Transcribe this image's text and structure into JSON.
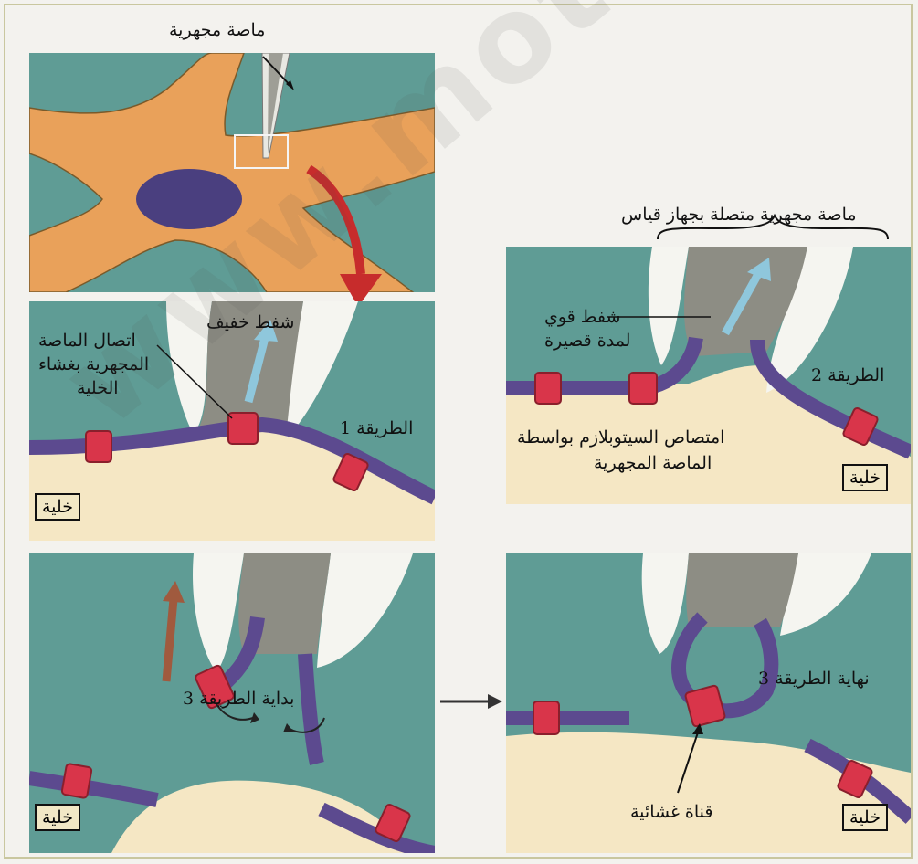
{
  "title": "ماصة مجهرية",
  "labels": {
    "method1": "الطريقة 1",
    "weak_suction": "شفط خفيف",
    "contact": [
      "اتصال الماصة",
      "المجهرية بغشاء",
      "الخلية"
    ],
    "pipette_connected": "ماصة مجهرية متصلة بجهاز قياس",
    "strong_suction": [
      "شفط قوي",
      "لمدة قصيرة"
    ],
    "method2": "الطريقة 2",
    "cytoplasm_suction": [
      "امتصاص السيتوبلازم بواسطة",
      "الماصة المجهرية"
    ],
    "method3_start": "بداية الطريقة 3",
    "method3_end": "نهاية الطريقة 3",
    "membrane_channel": "قناة غشائية",
    "cell": "خلية"
  },
  "watermark": "www.motafawik",
  "colors": {
    "teal": "#5f9c95",
    "cell_body": "#e9a15a",
    "nucleus": "#4a3f7f",
    "cytoplasm": "#f5e7c4",
    "membrane": "#5c4a8f",
    "channel": "#d9354a",
    "arrow_red": "#c72c2c",
    "arrow_blue": "#8fc7dc",
    "arrow_brown": "#a05a3e"
  }
}
